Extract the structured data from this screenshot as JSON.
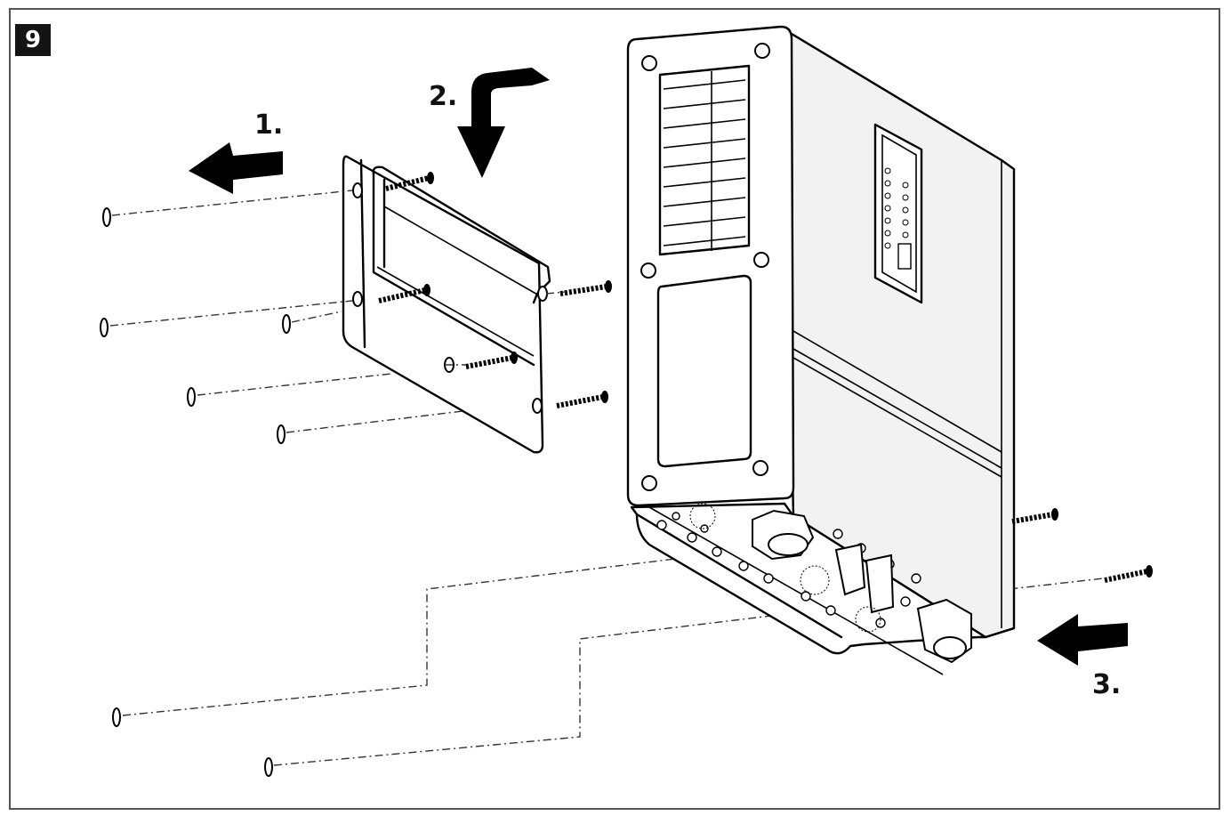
{
  "figure": {
    "number": "9",
    "steps": [
      {
        "label": "1."
      },
      {
        "label": "2."
      },
      {
        "label": "3."
      }
    ]
  },
  "colors": {
    "line": "#000000",
    "frame": "#555555",
    "badge_bg": "#141414",
    "badge_text": "#ffffff"
  }
}
